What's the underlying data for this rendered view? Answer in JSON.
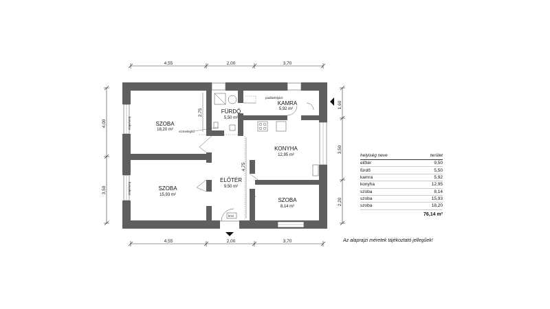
{
  "dimensions": {
    "top": [
      "4,55",
      "2,00",
      "3,70"
    ],
    "bottom": [
      "4,55",
      "2,00",
      "3,70"
    ],
    "left": [
      "4,00",
      "3,50"
    ],
    "right": [
      "1,60",
      "3,50",
      "2,20"
    ],
    "inner": [
      "2,75",
      "4,75"
    ]
  },
  "rooms": {
    "szoba1": {
      "name": "SZOBA",
      "area": "18,20 m²"
    },
    "szoba2": {
      "name": "SZOBA",
      "area": "15,93 m²"
    },
    "furdo": {
      "name": "FÜRDŐ",
      "area": "5,50 m²"
    },
    "kamra": {
      "name": "KAMRA",
      "area": "5,92 m²"
    },
    "konyha": {
      "name": "KONYHA",
      "area": "12,95 m²"
    },
    "eloter": {
      "name": "ELŐTÉR",
      "area": "9,50 m²"
    },
    "szoba3": {
      "name": "SZOBA",
      "area": "8,14 m²"
    }
  },
  "labels": {
    "padlasfeljaro": "padlásfeljáró",
    "vizmelegito": "vízmelegítő",
    "konv": "konvektor",
    "kmz": "kmz"
  },
  "area_table": {
    "header": {
      "name": "helyiség neve",
      "area": "terület"
    },
    "rows": [
      {
        "name": "előtér",
        "area": "9,50"
      },
      {
        "name": "fürdő",
        "area": "5,50"
      },
      {
        "name": "kamra",
        "area": "5,92"
      },
      {
        "name": "konyha",
        "area": "12,95"
      },
      {
        "name": "szoba",
        "area": "8,14"
      },
      {
        "name": "szoba",
        "area": "15,93"
      },
      {
        "name": "szoba",
        "area": "18,20"
      }
    ],
    "total": "76,14 m²"
  },
  "note": "Az alaprajzi méretek tájékoztató jellegűek!"
}
